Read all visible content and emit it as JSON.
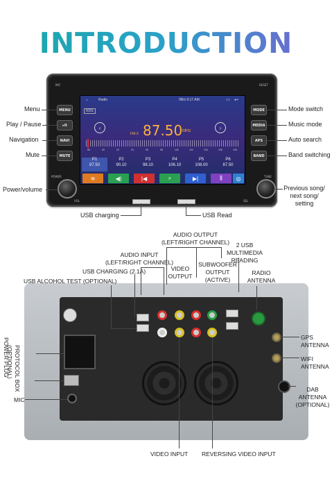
{
  "title": "INTRODUCTION",
  "front": {
    "buttons": [
      "MENU",
      "▸II",
      "NAVI",
      "MUTE",
      "MODE",
      "MEDIA",
      "APS",
      "BAND"
    ],
    "corner_labels": {
      "mic": "MIC",
      "reset": "RESET",
      "power": "POWER",
      "tune": "TUNE",
      "vol": "VOL",
      "sel": "SEL"
    },
    "screen": {
      "app_label": "Radio",
      "status": "0B/s  9:17 AM",
      "rds": "RDS",
      "band": "FM-3",
      "frequency": "87.50",
      "unit": "MHz",
      "scale": [
        "88",
        "90",
        "92",
        "94",
        "96",
        "98",
        "100",
        "102",
        "104",
        "106",
        "108"
      ],
      "presets": [
        {
          "name": "P1",
          "value": "87.50"
        },
        {
          "name": "P2",
          "value": "90.10"
        },
        {
          "name": "P3",
          "value": "98.10"
        },
        {
          "name": "P4",
          "value": "106.10"
        },
        {
          "name": "P5",
          "value": "108.00"
        },
        {
          "name": "P6",
          "value": "87.50"
        }
      ]
    },
    "callouts_left": [
      "Menu",
      "Play / Pause",
      "Navigation",
      "Mute",
      "Power/volume"
    ],
    "callouts_right": [
      "Mode switch",
      "Music mode",
      "Auto search",
      "Band switching"
    ],
    "callout_prev": [
      "Previous song/",
      "next song/",
      "setting"
    ],
    "usb_charging": "USB charging",
    "usb_read": "USB Read"
  },
  "back": {
    "labels": {
      "audio_output": [
        "AUDIO OUTPUT",
        "(LEFT/RIGHT CHANNEL)"
      ],
      "audio_input": [
        "AUDIO INPUT",
        "(LEFT/RIGHT CHANNEL)"
      ],
      "usb_2": [
        "2 USB",
        "MULTIMEDIA READING"
      ],
      "usb_charging": "USB CHARGING (2.1A)",
      "video_output": [
        "VIDEO",
        "OUTPUT"
      ],
      "subwoofer": [
        "SUBWOOFER",
        "OUTPUT",
        "(ACTIVE)"
      ],
      "radio_antenna": [
        "RADIO",
        "ANTENNA"
      ],
      "usb_alcohol": "USB ALCOHOL TEST (OPTIONAL)",
      "gps": [
        "GPS",
        "ANTENNA"
      ],
      "wifi": [
        "WIFI",
        "ANTENNA"
      ],
      "dab": [
        "DAB",
        "ANTENNA",
        "(OPTIONAL)"
      ],
      "power_plug": "POWER PLUG",
      "protocol_box": [
        "PROTOCOL BOX",
        "(OPTIONAL)"
      ],
      "mic": "MIC",
      "video_input": "VIDEO INPUT",
      "reversing": "REVERSING VIDEO INPUT"
    },
    "colors": {
      "red": "#d83030",
      "yellow": "#d8c020",
      "white": "#f0f0f0",
      "green": "#28a048"
    }
  }
}
